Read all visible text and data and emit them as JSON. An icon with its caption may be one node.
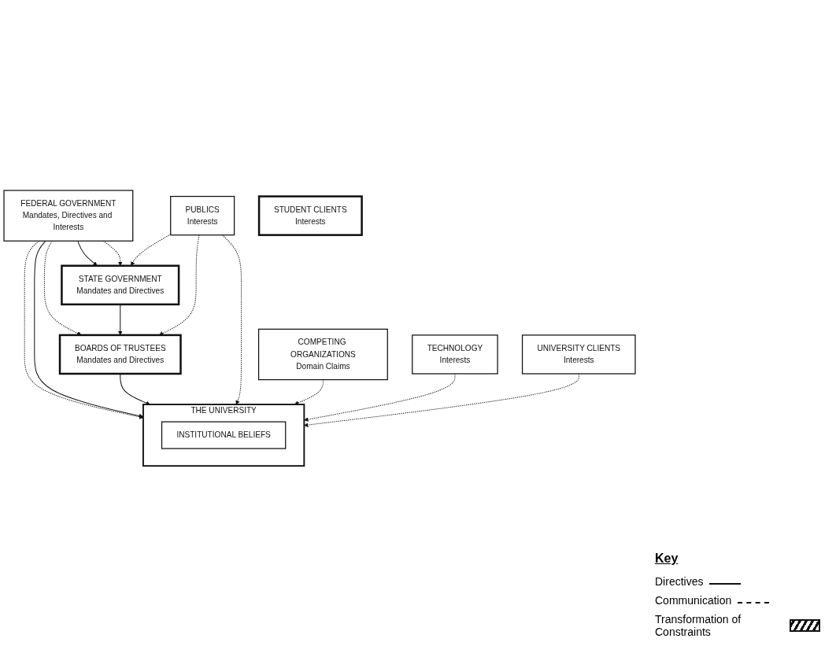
{
  "diagram": {
    "nodes": [
      {
        "text": [
          "STATE GOVERNMENT",
          "Mandates and Directives"
        ]
      },
      {
        "text": [
          "BOARDS OF TRUSTEES",
          "Mandates and Directives"
        ]
      },
      {
        "text": [
          "PUBLICS",
          "Interests"
        ]
      },
      {
        "text": [
          "FEDERAL GOVERNMENT",
          "Mandates, Directives and Interests"
        ]
      },
      {
        "text": [
          "THE UNIVERSITY"
        ]
      },
      {
        "text": [
          "INSTITUTIONAL BELIEFS"
        ],
        "in": 4
      },
      {
        "text": [
          "COMPETING ORGANIZATIONS",
          "Domain Claims"
        ]
      },
      {
        "text": [
          "TECHNOLOGY",
          "Interests"
        ]
      },
      {
        "text": [
          "STUDENT CLIENTS",
          "Interests"
        ]
      },
      {
        "text": [
          "UNIVERSITY CLIENTS",
          "Interests"
        ]
      }
    ],
    "edges": [
      {
        "from": 3,
        "to": 0,
        "arrow": "to"
      },
      {
        "from": 3,
        "to": 0,
        "arrow": "to",
        "style": "dashed"
      },
      {
        "from": 3,
        "to": 1,
        "arrow": "to",
        "style": "dashed"
      },
      {
        "from": 3,
        "to": 4,
        "arrow": "to",
        "style": "dashed"
      },
      {
        "from": 3,
        "to": 4,
        "arrow": "to"
      },
      {
        "from": 0,
        "to": 1,
        "arrow": "to"
      },
      {
        "from": 2,
        "to": 0,
        "arrow": "to",
        "style": "dashed"
      },
      {
        "from": 2,
        "to": 1,
        "arrow": "to",
        "style": "dashed"
      },
      {
        "from": 1,
        "to": 4,
        "arrow": "to"
      },
      {
        "from": 2,
        "to": 4,
        "arrow": "to",
        "style": "dashed"
      },
      {
        "from": 6,
        "to": 4,
        "arrow": "to",
        "style": "dashed"
      },
      {
        "from": 7,
        "to": 4,
        "arrow": "to",
        "style": "dashed"
      },
      {
        "from": 9,
        "to": 4,
        "arrow": "to",
        "style": "dashed"
      }
    ],
    "labels": [
      "Key"
    ],
    "legend": [
      {
        "text": "Directives"
      },
      {
        "text": "Communication"
      },
      {
        "text": "Transformation of Constraints"
      }
    ]
  }
}
